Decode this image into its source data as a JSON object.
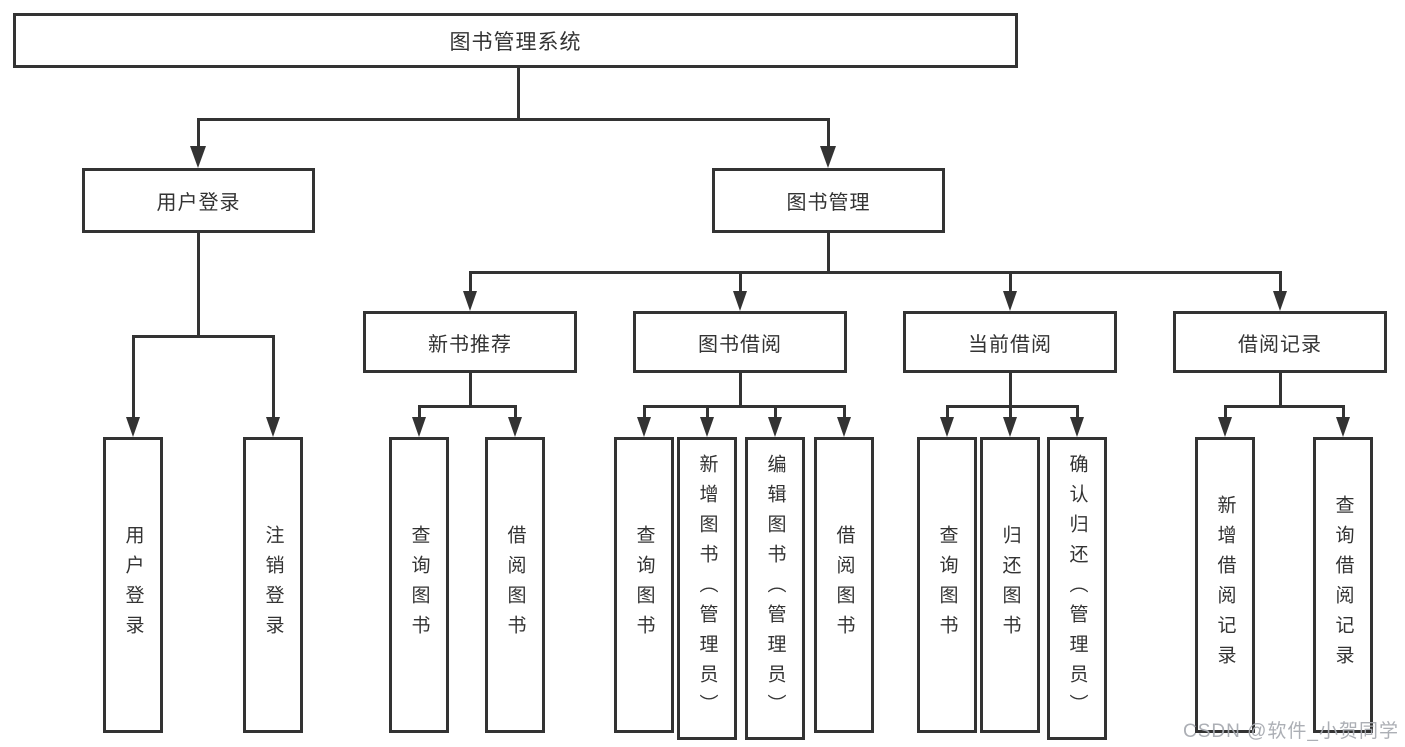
{
  "diagram": {
    "title": "图书管理系统",
    "root": {
      "label": "图书管理系统"
    },
    "level2": [
      {
        "label": "用户登录"
      },
      {
        "label": "图书管理"
      }
    ],
    "level3": [
      {
        "label": "新书推荐"
      },
      {
        "label": "图书借阅"
      },
      {
        "label": "当前借阅"
      },
      {
        "label": "借阅记录"
      }
    ],
    "leaves": [
      {
        "parent": "用户登录",
        "label": "用户登录"
      },
      {
        "parent": "用户登录",
        "label": "注销登录"
      },
      {
        "parent": "新书推荐",
        "label": "查询图书"
      },
      {
        "parent": "新书推荐",
        "label": "借阅图书"
      },
      {
        "parent": "图书借阅",
        "label": "查询图书"
      },
      {
        "parent": "图书借阅",
        "label": "新增图书（管理员）"
      },
      {
        "parent": "图书借阅",
        "label": "编辑图书（管理员）"
      },
      {
        "parent": "图书借阅",
        "label": "借阅图书"
      },
      {
        "parent": "当前借阅",
        "label": "查询图书"
      },
      {
        "parent": "当前借阅",
        "label": "归还图书"
      },
      {
        "parent": "当前借阅",
        "label": "确认归还（管理员）"
      },
      {
        "parent": "借阅记录",
        "label": "新增借阅记录"
      },
      {
        "parent": "借阅记录",
        "label": "查询借阅记录"
      }
    ],
    "watermark": "CSDN @软件_小贺同学",
    "colors": {
      "line": "#333333",
      "text": "#333333",
      "box_background": "#ffffff",
      "page_background": "#ffffff",
      "watermark": "#a8abb1"
    }
  }
}
